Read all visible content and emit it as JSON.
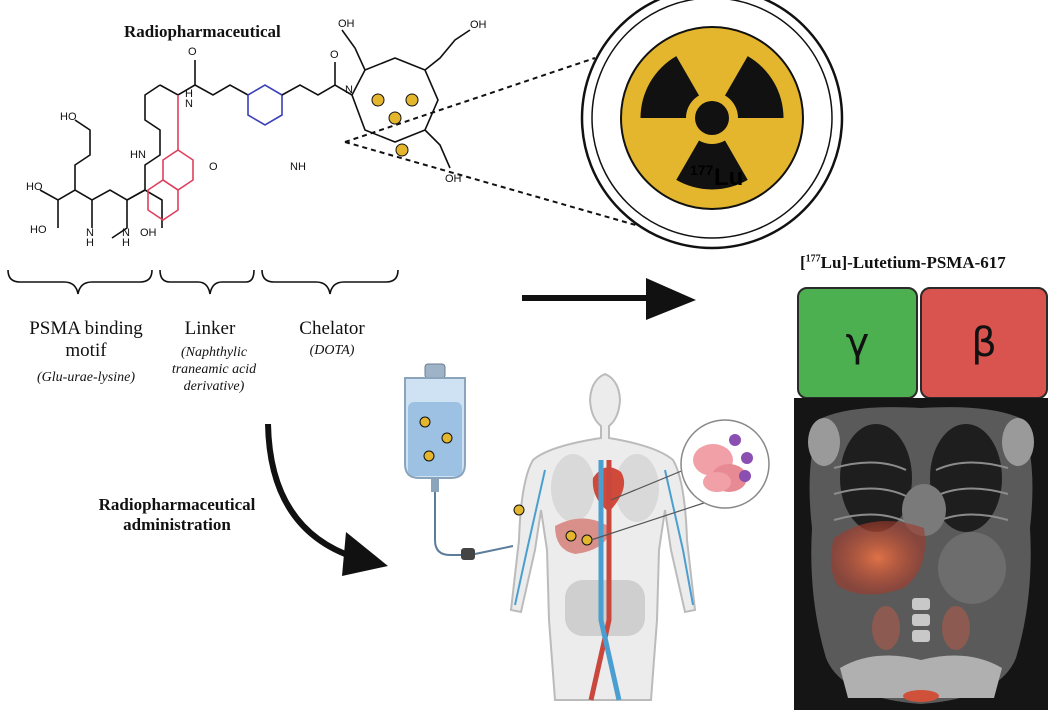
{
  "title": "Radiopharmaceutical",
  "components": [
    {
      "label": "PSMA binding motif",
      "note": "Glu-urae-lysine"
    },
    {
      "label": "Linker",
      "note": "Naphthylic traneamic acid derivative"
    },
    {
      "label": "Chelator",
      "note": "DOTA"
    }
  ],
  "isotope": {
    "mass": "177",
    "symbol": "Lu"
  },
  "drug": {
    "mass": "177",
    "name_prefix": "[",
    "name_mid": "Lu]-Lutetium-PSMA-617"
  },
  "emissions": {
    "gamma": "γ",
    "beta": "β"
  },
  "administration": "Radiopharmaceutical administration",
  "chem_labels": {
    "oh": "OH",
    "ho": "HO",
    "o": "O",
    "n": "N",
    "hn": "HN",
    "h": "H",
    "nh": "NH"
  },
  "colors": {
    "gamma": "#4caf50",
    "beta": "#d9534f",
    "trefoil_bg": "#e3b62e",
    "linker_red": "#e0405e",
    "linker_blue": "#3a3fb5"
  }
}
